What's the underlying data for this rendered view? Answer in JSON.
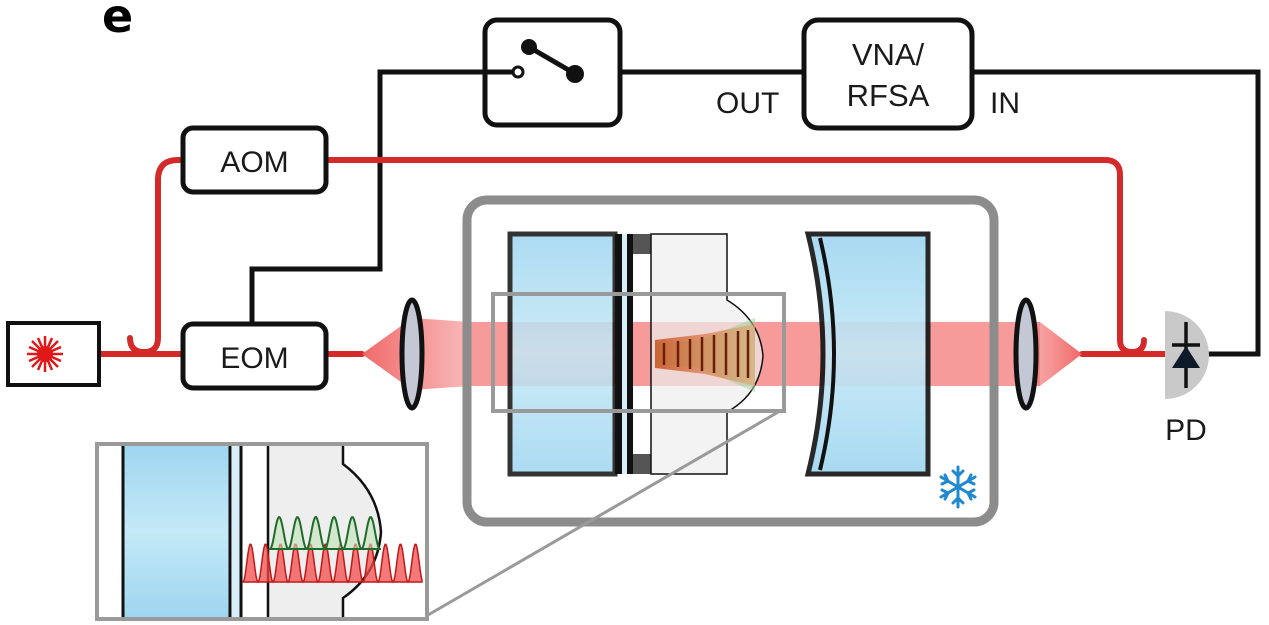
{
  "panel_label": "e",
  "components": {
    "aom": "AOM",
    "eom": "EOM",
    "vna_line1": "VNA/",
    "vna_line2": "RFSA",
    "pd": "PD"
  },
  "ports": {
    "out": "OUT",
    "in": "IN"
  },
  "icons": [
    "laser-icon",
    "switch-icon",
    "lens-icon",
    "photodiode-icon",
    "snowflake-icon"
  ],
  "colors": {
    "optical_path": "#d42a2a",
    "electrical_path": "#111111",
    "beam": "#f08080",
    "crystal": "#a8dcf2",
    "cryostat": "#8c8c8c",
    "acoustic_wave": "#2e7d32",
    "snowflake": "#1e88d0"
  }
}
